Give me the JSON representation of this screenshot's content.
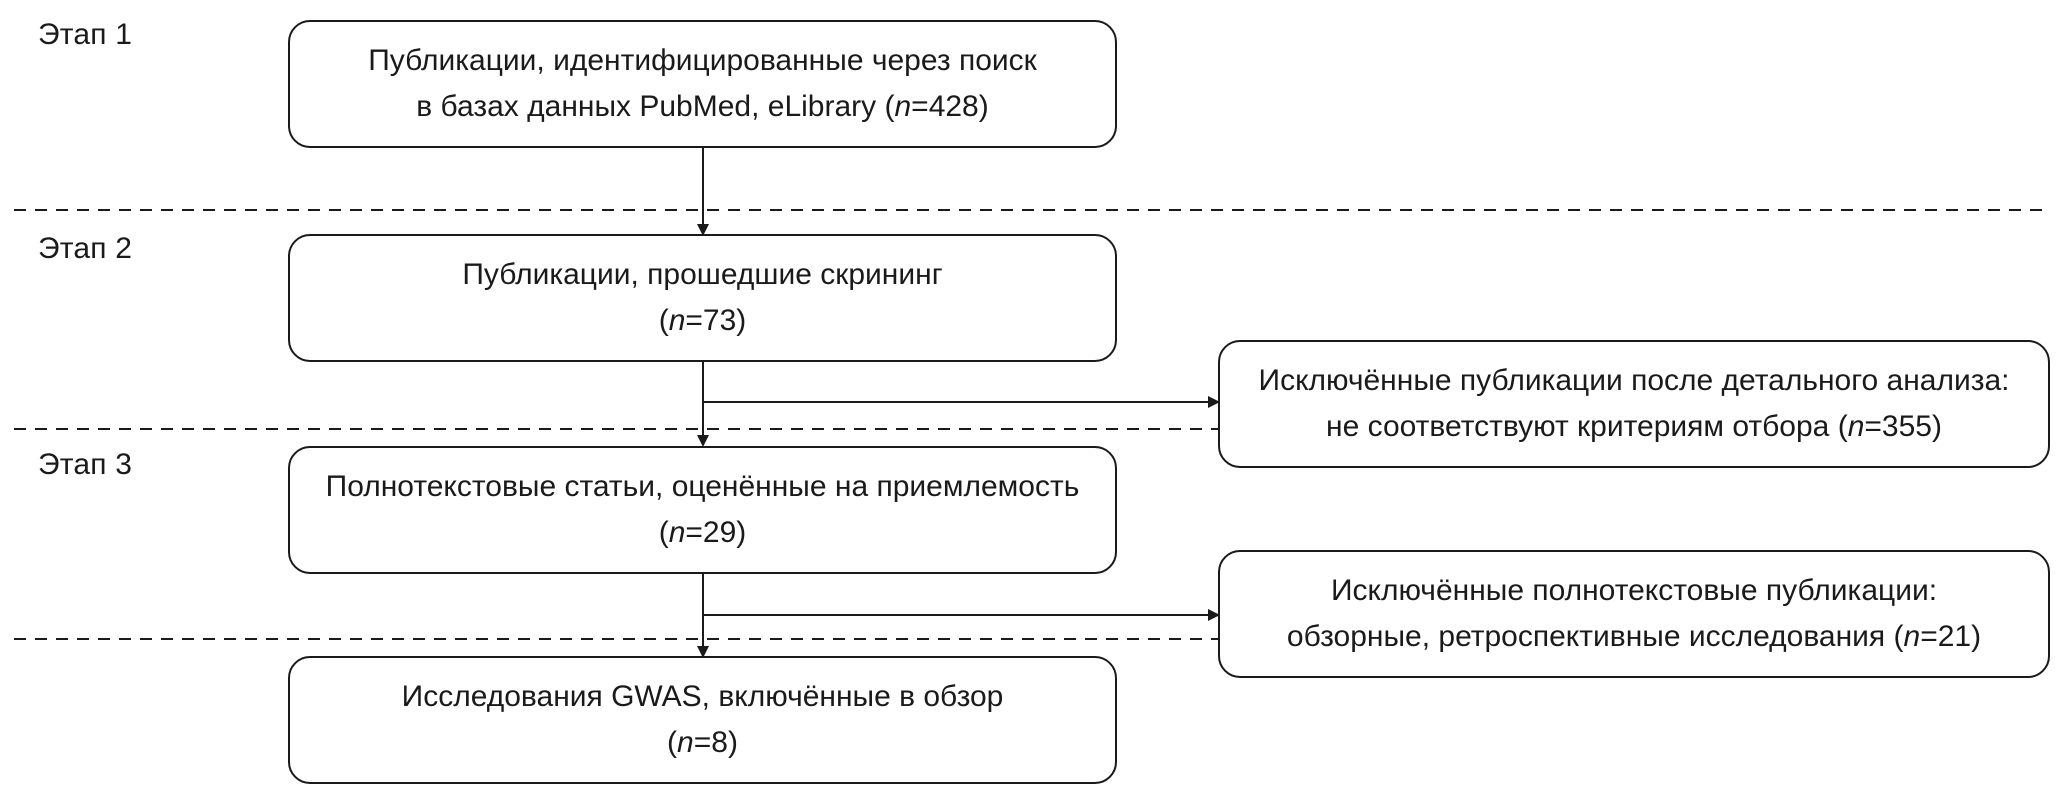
{
  "stages": [
    {
      "label": "Этап 1"
    },
    {
      "label": "Этап 2"
    },
    {
      "label": "Этап 3"
    }
  ],
  "boxes": {
    "identified": {
      "line1": "Публикации, идентифицированные через поиск",
      "line2_pre": "в базах данных PubMed, eLibrary (",
      "n_symbol": "n",
      "line2_post": "=428)"
    },
    "screened": {
      "line1": "Публикации, прошедшие скрининг",
      "line2_pre": "(",
      "n_symbol": "n",
      "line2_post": "=73)"
    },
    "fulltext": {
      "line1": "Полнотекстовые статьи, оценённые на приемлемость",
      "line2_pre": "(",
      "n_symbol": "n",
      "line2_post": "=29)"
    },
    "included": {
      "line1": "Исследования GWAS, включённые в обзор",
      "line2_pre": "(",
      "n_symbol": "n",
      "line2_post": "=8)"
    },
    "excluded_detailed": {
      "line1": "Исключённые публикации после детального анализа:",
      "line2_pre": "не соответствуют критериям отбора (",
      "n_symbol": "n",
      "line2_post": "=355)"
    },
    "excluded_fulltext": {
      "line1": "Исключённые полнотекстовые публикации:",
      "line2_pre": "обзорные, ретроспективные исследования (",
      "n_symbol": "n",
      "line2_post": "=21)"
    }
  },
  "colors": {
    "stroke": "#1a1a1a",
    "background": "#ffffff"
  }
}
